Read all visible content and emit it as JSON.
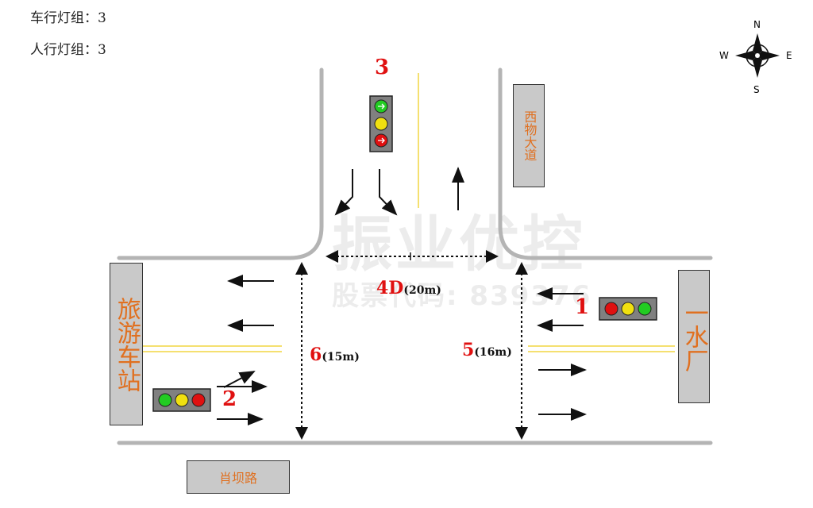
{
  "info": {
    "vehicle_groups": "车行灯组：3",
    "pedestrian_groups": "人行灯组：3"
  },
  "compass": {
    "n": "N",
    "s": "S",
    "e": "E",
    "w": "W"
  },
  "roads": {
    "north": "西物大道",
    "west": "旅游车站",
    "east": "一水厂",
    "south": "肖坝路"
  },
  "signals": {
    "s1": "1",
    "s2": "2",
    "s3": "3"
  },
  "crosswalks": {
    "c4": {
      "num": "4D",
      "dist": "(20m)"
    },
    "c5": {
      "num": "5",
      "dist": "(16m)"
    },
    "c6": {
      "num": "6",
      "dist": "(15m)"
    }
  },
  "watermark": {
    "line1": "振业优控",
    "line2": "股票代码: 839376"
  },
  "colors": {
    "road": "#b4b4b4",
    "center_line": "#f5e070",
    "signal_red": "#e01010",
    "label_orange": "#e07020",
    "box_fill": "#c9c9c9"
  }
}
